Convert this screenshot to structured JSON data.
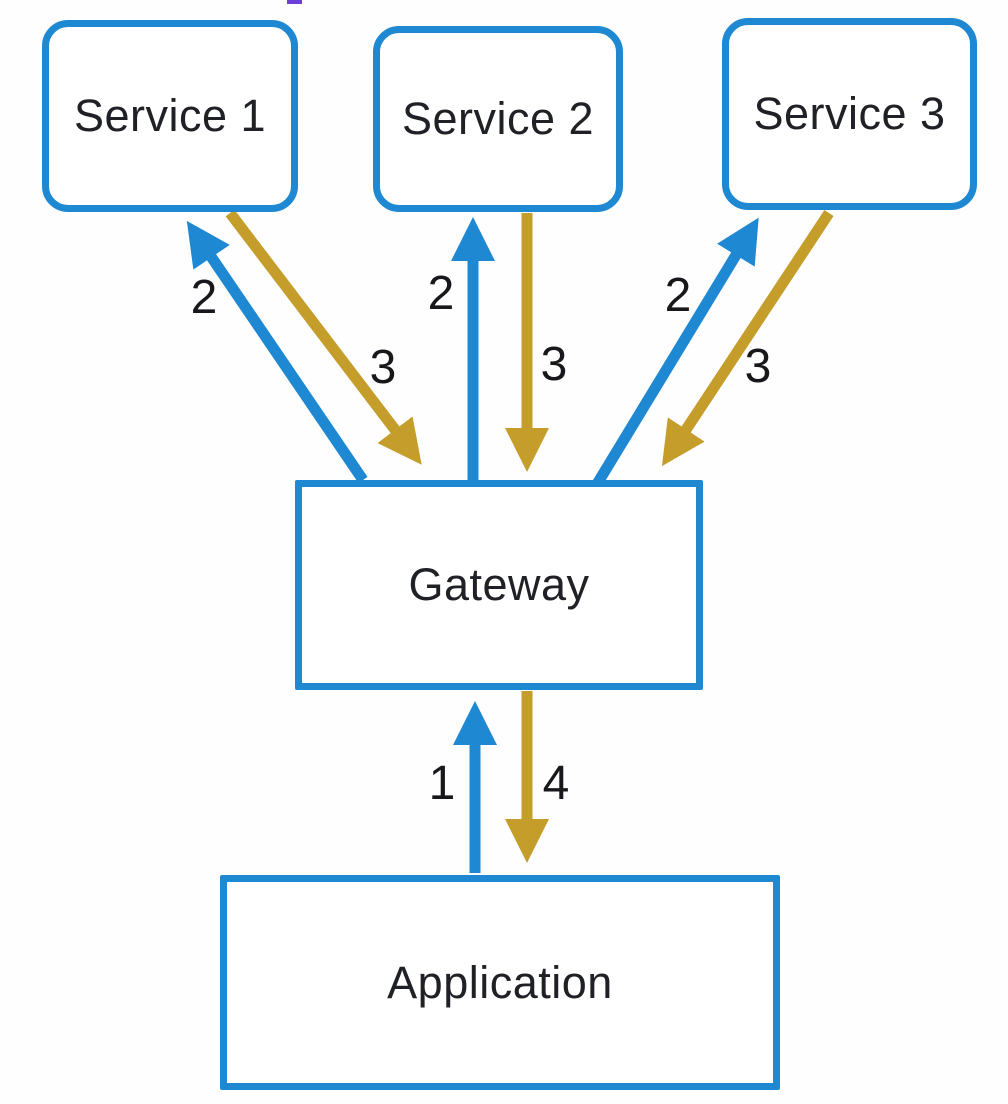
{
  "colors": {
    "canvas_bg": "#fefefe",
    "box_border": "#1e88d2",
    "request_arrow": "#1e88d2",
    "response_arrow": "#c59d2a",
    "node_text": "#202126",
    "step_text": "#17171c",
    "link_fragment": "#6b3fd4"
  },
  "diagram": {
    "type": "gateway-aggregation-flow",
    "nodes": [
      {
        "id": "service1",
        "label": "Service 1"
      },
      {
        "id": "service2",
        "label": "Service 2"
      },
      {
        "id": "service3",
        "label": "Service 3"
      },
      {
        "id": "gateway",
        "label": "Gateway"
      },
      {
        "id": "application",
        "label": "Application"
      }
    ],
    "edges": [
      {
        "from": "application",
        "to": "gateway",
        "step": "1",
        "kind": "request"
      },
      {
        "from": "gateway",
        "to": "service1",
        "step": "2",
        "kind": "request"
      },
      {
        "from": "gateway",
        "to": "service2",
        "step": "2",
        "kind": "request"
      },
      {
        "from": "gateway",
        "to": "service3",
        "step": "2",
        "kind": "request"
      },
      {
        "from": "service1",
        "to": "gateway",
        "step": "3",
        "kind": "response"
      },
      {
        "from": "service2",
        "to": "gateway",
        "step": "3",
        "kind": "response"
      },
      {
        "from": "service3",
        "to": "gateway",
        "step": "3",
        "kind": "response"
      },
      {
        "from": "gateway",
        "to": "application",
        "step": "4",
        "kind": "response"
      }
    ]
  }
}
